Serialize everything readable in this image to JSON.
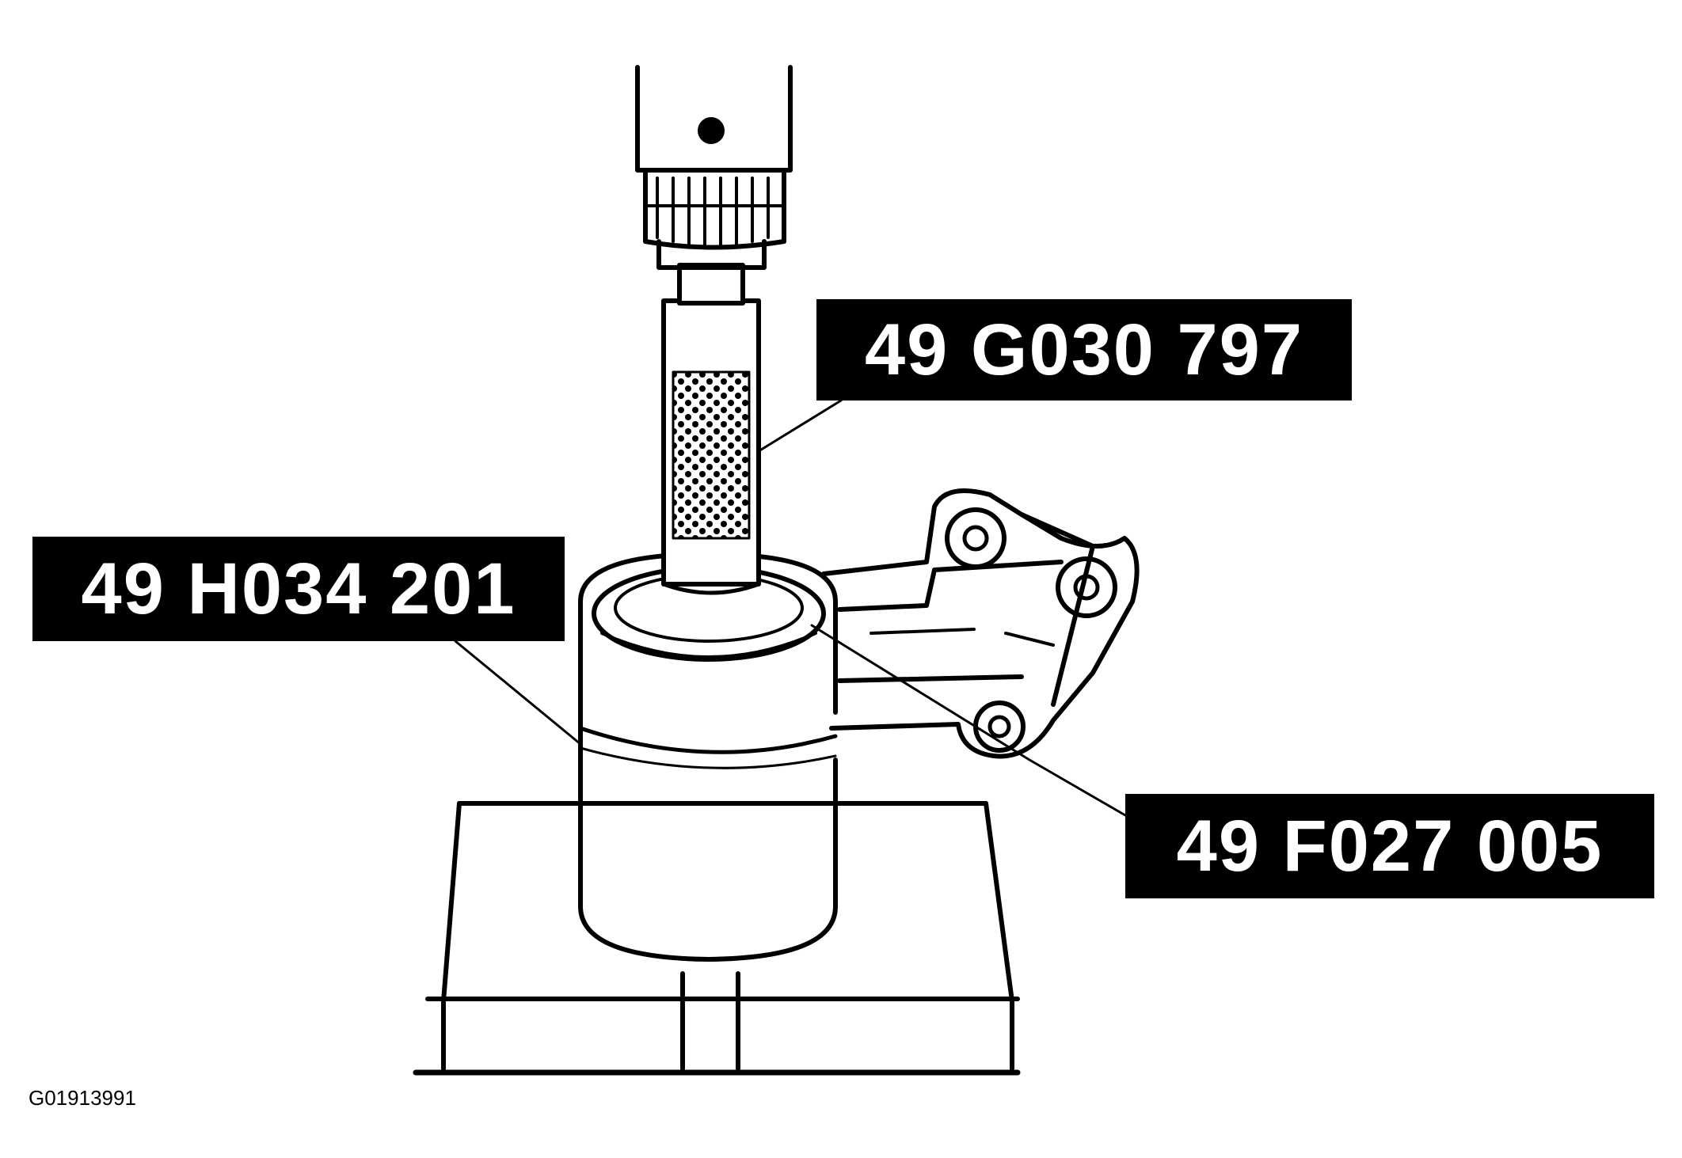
{
  "callouts": {
    "top": "49 G030 797",
    "left": "49 H034 201",
    "right": "49 F027 005"
  },
  "figure_id": "G01913991",
  "colors": {
    "ink": "#000000",
    "paper": "#ffffff"
  }
}
